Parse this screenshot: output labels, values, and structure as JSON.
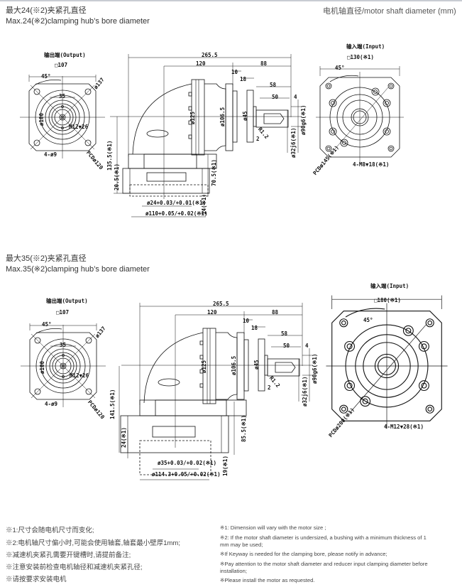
{
  "header": {
    "unit_label": "电机轴直径/motor shaft diameter (mm)"
  },
  "sections": [
    {
      "title_cn": "最大24(※2)夹紧孔直径",
      "title_en": "Max.24(※2)clamping hub’s bore diameter",
      "output_view": {
        "heading": "输出端(Output)",
        "square": "□107",
        "angle": "45°",
        "outer_dia": "ø137",
        "pilot": "35",
        "bore": "ø100",
        "tap": "M12▼26",
        "holes": "4-ø9",
        "pcd": "PCDø120"
      },
      "side_view": {
        "overall": "265.5",
        "d120": "120",
        "d88": "88",
        "d10": "10",
        "d18": "18",
        "d58": "58",
        "d50": "50",
        "d4": "4",
        "d125": "ø125",
        "d106": "ø106.5",
        "d45": "ø45",
        "r": "R1.2",
        "c": "2",
        "height": "135.5(※1)",
        "base_h": "20.5(※1)",
        "h2": "70.5(※1)",
        "h3": "14(※1)",
        "bore": "ø24+0.03/+0.01(※1)",
        "spigot": "ø110+0.05/+0.02(※1)",
        "shaft": "ø32j6(※1)",
        "motor_pilot": "ø90g6(※1)"
      },
      "input_view": {
        "heading": "输入端(Input)",
        "square": "□130(※1)",
        "angle": "45°",
        "pcd": "PCDø145(※1)",
        "tap": "4-M8▼18(※1)"
      }
    },
    {
      "title_cn": "最大35(※2)夹紧孔直径",
      "title_en": "Max.35(※2)clamping hub’s bore diameter",
      "output_view": {
        "heading": "输出端(Output)",
        "square": "□107",
        "angle": "45°",
        "outer_dia": "ø137",
        "pilot": "35",
        "bore": "ø100",
        "tap": "M12▼26",
        "holes": "4-ø9",
        "pcd": "PCDø120"
      },
      "side_view": {
        "overall": "265.5",
        "d120": "120",
        "d88": "88",
        "d10": "10",
        "d18": "18",
        "d58": "58",
        "d50": "50",
        "d4": "4",
        "d125": "ø125",
        "d106": "ø106.5",
        "d45": "ø45",
        "r": "R1.2",
        "c": "2",
        "height": "141.5(※1)",
        "base_h": "24(※1)",
        "h2": "85.5(※1)",
        "h3": "19(※1)",
        "bore": "ø35+0.03/+0.02(※1)",
        "spigot": "ø114.3+0.05/+0.02(※1)",
        "shaft": "ø32j6(※1)",
        "motor_pilot": "ø90g6(※1)"
      },
      "input_view": {
        "heading": "输入端(Input)",
        "square": "□180(※1)",
        "angle": "45°",
        "pcd": "PCDø200(※1)",
        "tap": "4-M12▼28(※1)"
      }
    }
  ],
  "notes_cn": [
    "※1:尺寸会随电机尺寸而变化;",
    "※2:电机轴尺寸偏小时,可能会使用轴套,轴套最小壁厚1mm;",
    "※减速机夹紧孔需要开键槽时,请提前备注;",
    "※注意安装前检查电机轴径和减速机夹紧孔径;",
    "※请按要求安装电机"
  ],
  "notes_en": [
    "※1: Dimension will vary with the motor size ;",
    "※2: If the motor shaft diameter is undersized, a bushing with a minimum thickness of 1 mm may be used;",
    "※If Keyway is needed for the clamping bore, please notify in advance;",
    "※Pay attention to the motor shaft diameter and reducer input clamping diameter before installation;",
    "※Please install the motor as requested."
  ]
}
